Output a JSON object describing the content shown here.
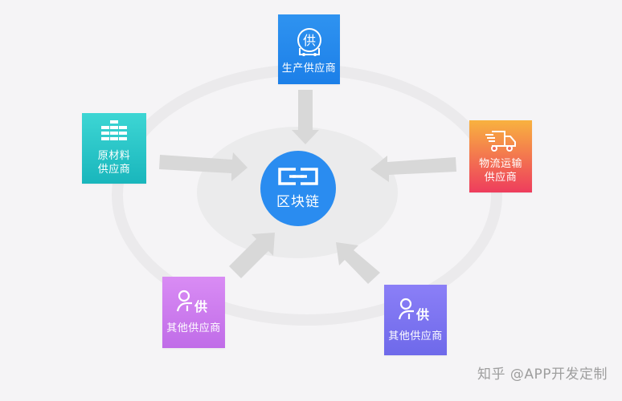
{
  "diagram": {
    "title": "",
    "hub": {
      "label": "区块链",
      "icon": "chain-link-icon",
      "color": "#2a8cf0"
    },
    "nodes": [
      {
        "id": "producer",
        "label": "生产供应商",
        "icon": "supply-badge-icon",
        "color": "#1c7fe8",
        "position": "top"
      },
      {
        "id": "raw_material",
        "label": "原材料\n供应商",
        "icon": "bar-blocks-icon",
        "color": "#19b6bc",
        "position": "left"
      },
      {
        "id": "logistics",
        "label": "物流运输\n供应商",
        "icon": "delivery-truck-icon",
        "color": "#ee3d5d",
        "position": "right"
      },
      {
        "id": "other_left",
        "label": "其他供应商",
        "icon": "person-supply-icon",
        "color": "#c06ce8",
        "position": "bottom-left"
      },
      {
        "id": "other_right",
        "label": "其他供应商",
        "icon": "person-supply-icon",
        "color": "#6e69ea",
        "position": "bottom-right"
      }
    ],
    "edges": [
      {
        "from": "producer",
        "to": "hub"
      },
      {
        "from": "raw_material",
        "to": "hub"
      },
      {
        "from": "logistics",
        "to": "hub"
      },
      {
        "from": "other_left",
        "to": "hub"
      },
      {
        "from": "other_right",
        "to": "hub"
      }
    ],
    "icon_glyph_text": "供"
  },
  "watermark": "知乎 @APP开发定制",
  "colors": {
    "background": "#f5f4f6",
    "outer_ring": "#ebeaec",
    "inner_ellipse": "#ebebeb",
    "arrow": "#d9d9d9"
  }
}
